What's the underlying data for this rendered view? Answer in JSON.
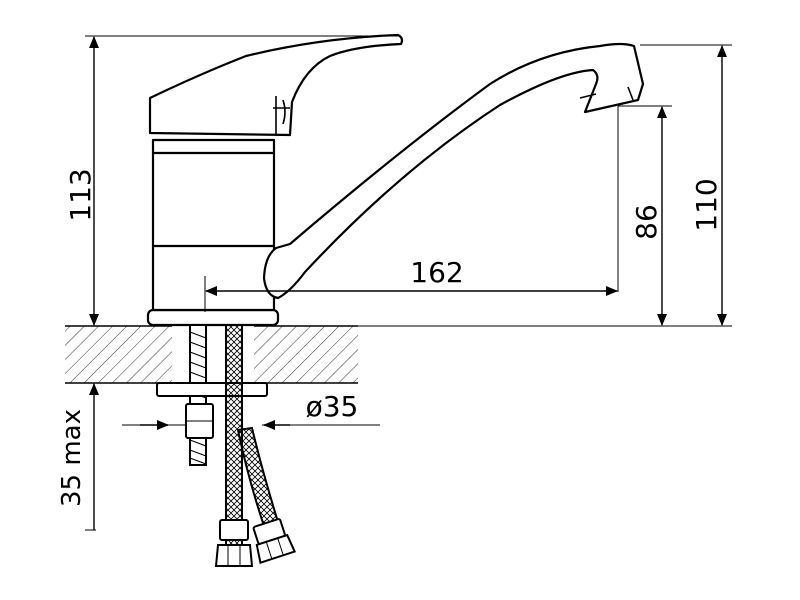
{
  "dimensions": {
    "height_lever": "113",
    "height_total": "110",
    "height_outlet": "86",
    "reach": "162",
    "mount_diameter": "ø35",
    "max_thickness": "35 max"
  },
  "colors": {
    "line": "#000000",
    "background": "#ffffff"
  }
}
